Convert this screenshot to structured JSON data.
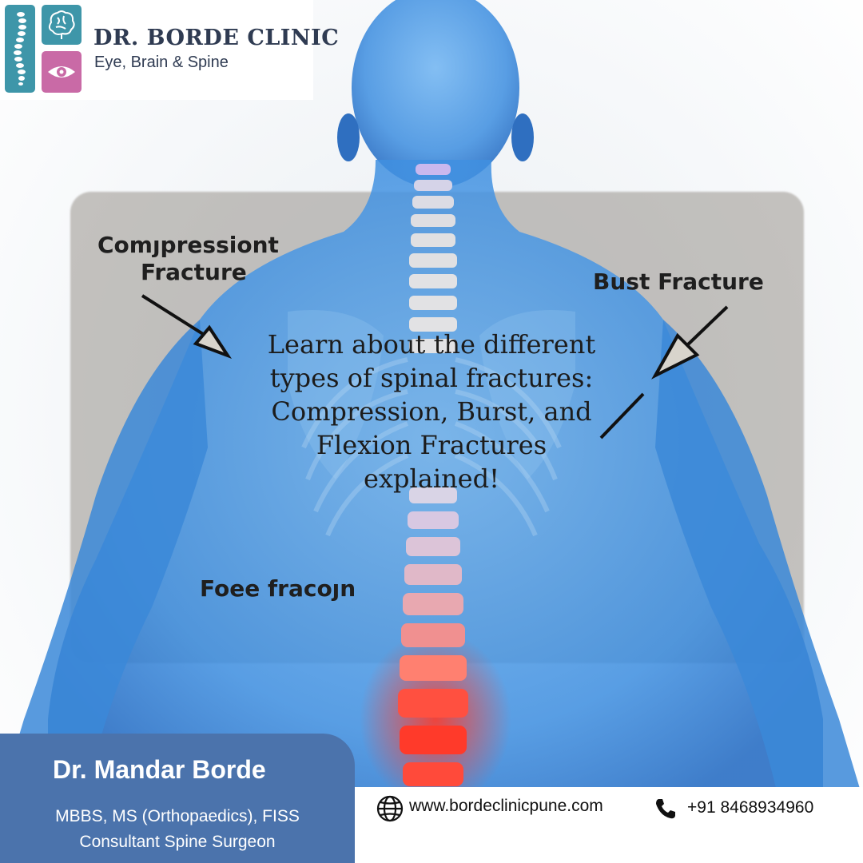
{
  "clinic": {
    "name": "DR. BORDE CLINIC",
    "tagline": "Eye, Brain & Spine",
    "colors": {
      "teal": "#3e96a9",
      "pink": "#c96aa6",
      "navy": "#2f3b52"
    },
    "icons": [
      "spine-icon",
      "brain-icon",
      "eye-icon"
    ]
  },
  "illustration": {
    "label_compression_line1": "Comȷpressiont",
    "label_compression_line2": "Fracture",
    "label_burst": "Bust Fracture",
    "label_flexion": "Foee fracoȷn"
  },
  "headline": {
    "line1": "Learn about the different",
    "line2": "types of spinal fractures:",
    "line3": "Compression, Burst, and",
    "line4": "Flexion Fractures",
    "line5": "explained!"
  },
  "doctor": {
    "name": "Dr. Mandar Borde",
    "qualifications": "MBBS, MS (Orthopaedics), FISS",
    "role": "Consultant Spine Surgeon",
    "card_color": "#4b73ac"
  },
  "contact": {
    "website": "www.bordeclinicpune.com",
    "phone": "+91 8468934960",
    "icons": [
      "globe-icon",
      "phone-icon"
    ]
  }
}
